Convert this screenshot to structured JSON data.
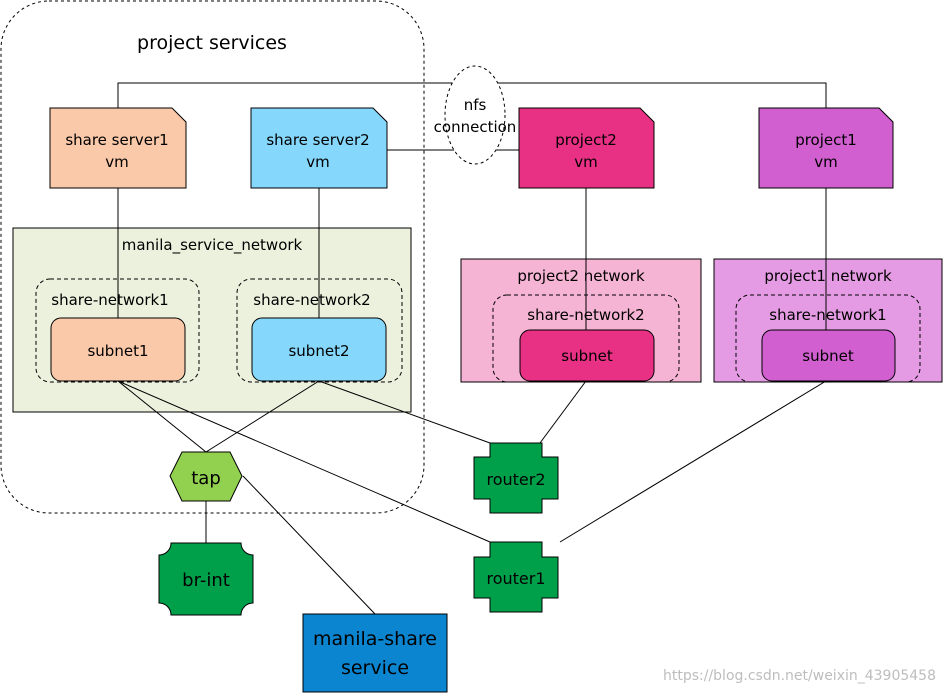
{
  "project_services": {
    "label": "project services"
  },
  "nfs": {
    "line1": "nfs",
    "line2": "connection"
  },
  "vms": {
    "share_server1": {
      "line1": "share server1",
      "line2": "vm",
      "color": "#FAC9A9"
    },
    "share_server2": {
      "line1": "share server2",
      "line2": "vm",
      "color": "#86D7FC"
    },
    "project2": {
      "line1": "project2",
      "line2": "vm",
      "color": "#E83185"
    },
    "project1": {
      "line1": "project1",
      "line2": "vm",
      "color": "#D15FD0"
    }
  },
  "networks": {
    "manila_service": {
      "label": "manila_service_network",
      "color": "#EBF1DD"
    },
    "project2": {
      "label": "project2 network",
      "color": "#F5B4D3"
    },
    "project1": {
      "label": "project1 network",
      "color": "#E49BE3"
    }
  },
  "share_networks": {
    "sn1_left": "share-network1",
    "sn2_left": "share-network2",
    "sn2_right": "share-network2",
    "sn1_right": "share-network1"
  },
  "subnets": {
    "subnet1": {
      "label": "subnet1",
      "color": "#FAC9A9"
    },
    "subnet2": {
      "label": "subnet2",
      "color": "#86D7FC"
    },
    "project2_subnet": {
      "label": "subnet",
      "color": "#E83185"
    },
    "project1_subnet": {
      "label": "subnet",
      "color": "#D15FD0"
    }
  },
  "tap": {
    "label": "tap",
    "color": "#92D050"
  },
  "router_color": "#00A04B",
  "routers": {
    "router2": "router2",
    "router1": "router1"
  },
  "br_int": {
    "label": "br-int"
  },
  "manila_share": {
    "line1": "manila-share",
    "line2": "service",
    "color": "#0C85D0"
  },
  "watermark": "https://blog.csdn.net/weixin_43905458"
}
